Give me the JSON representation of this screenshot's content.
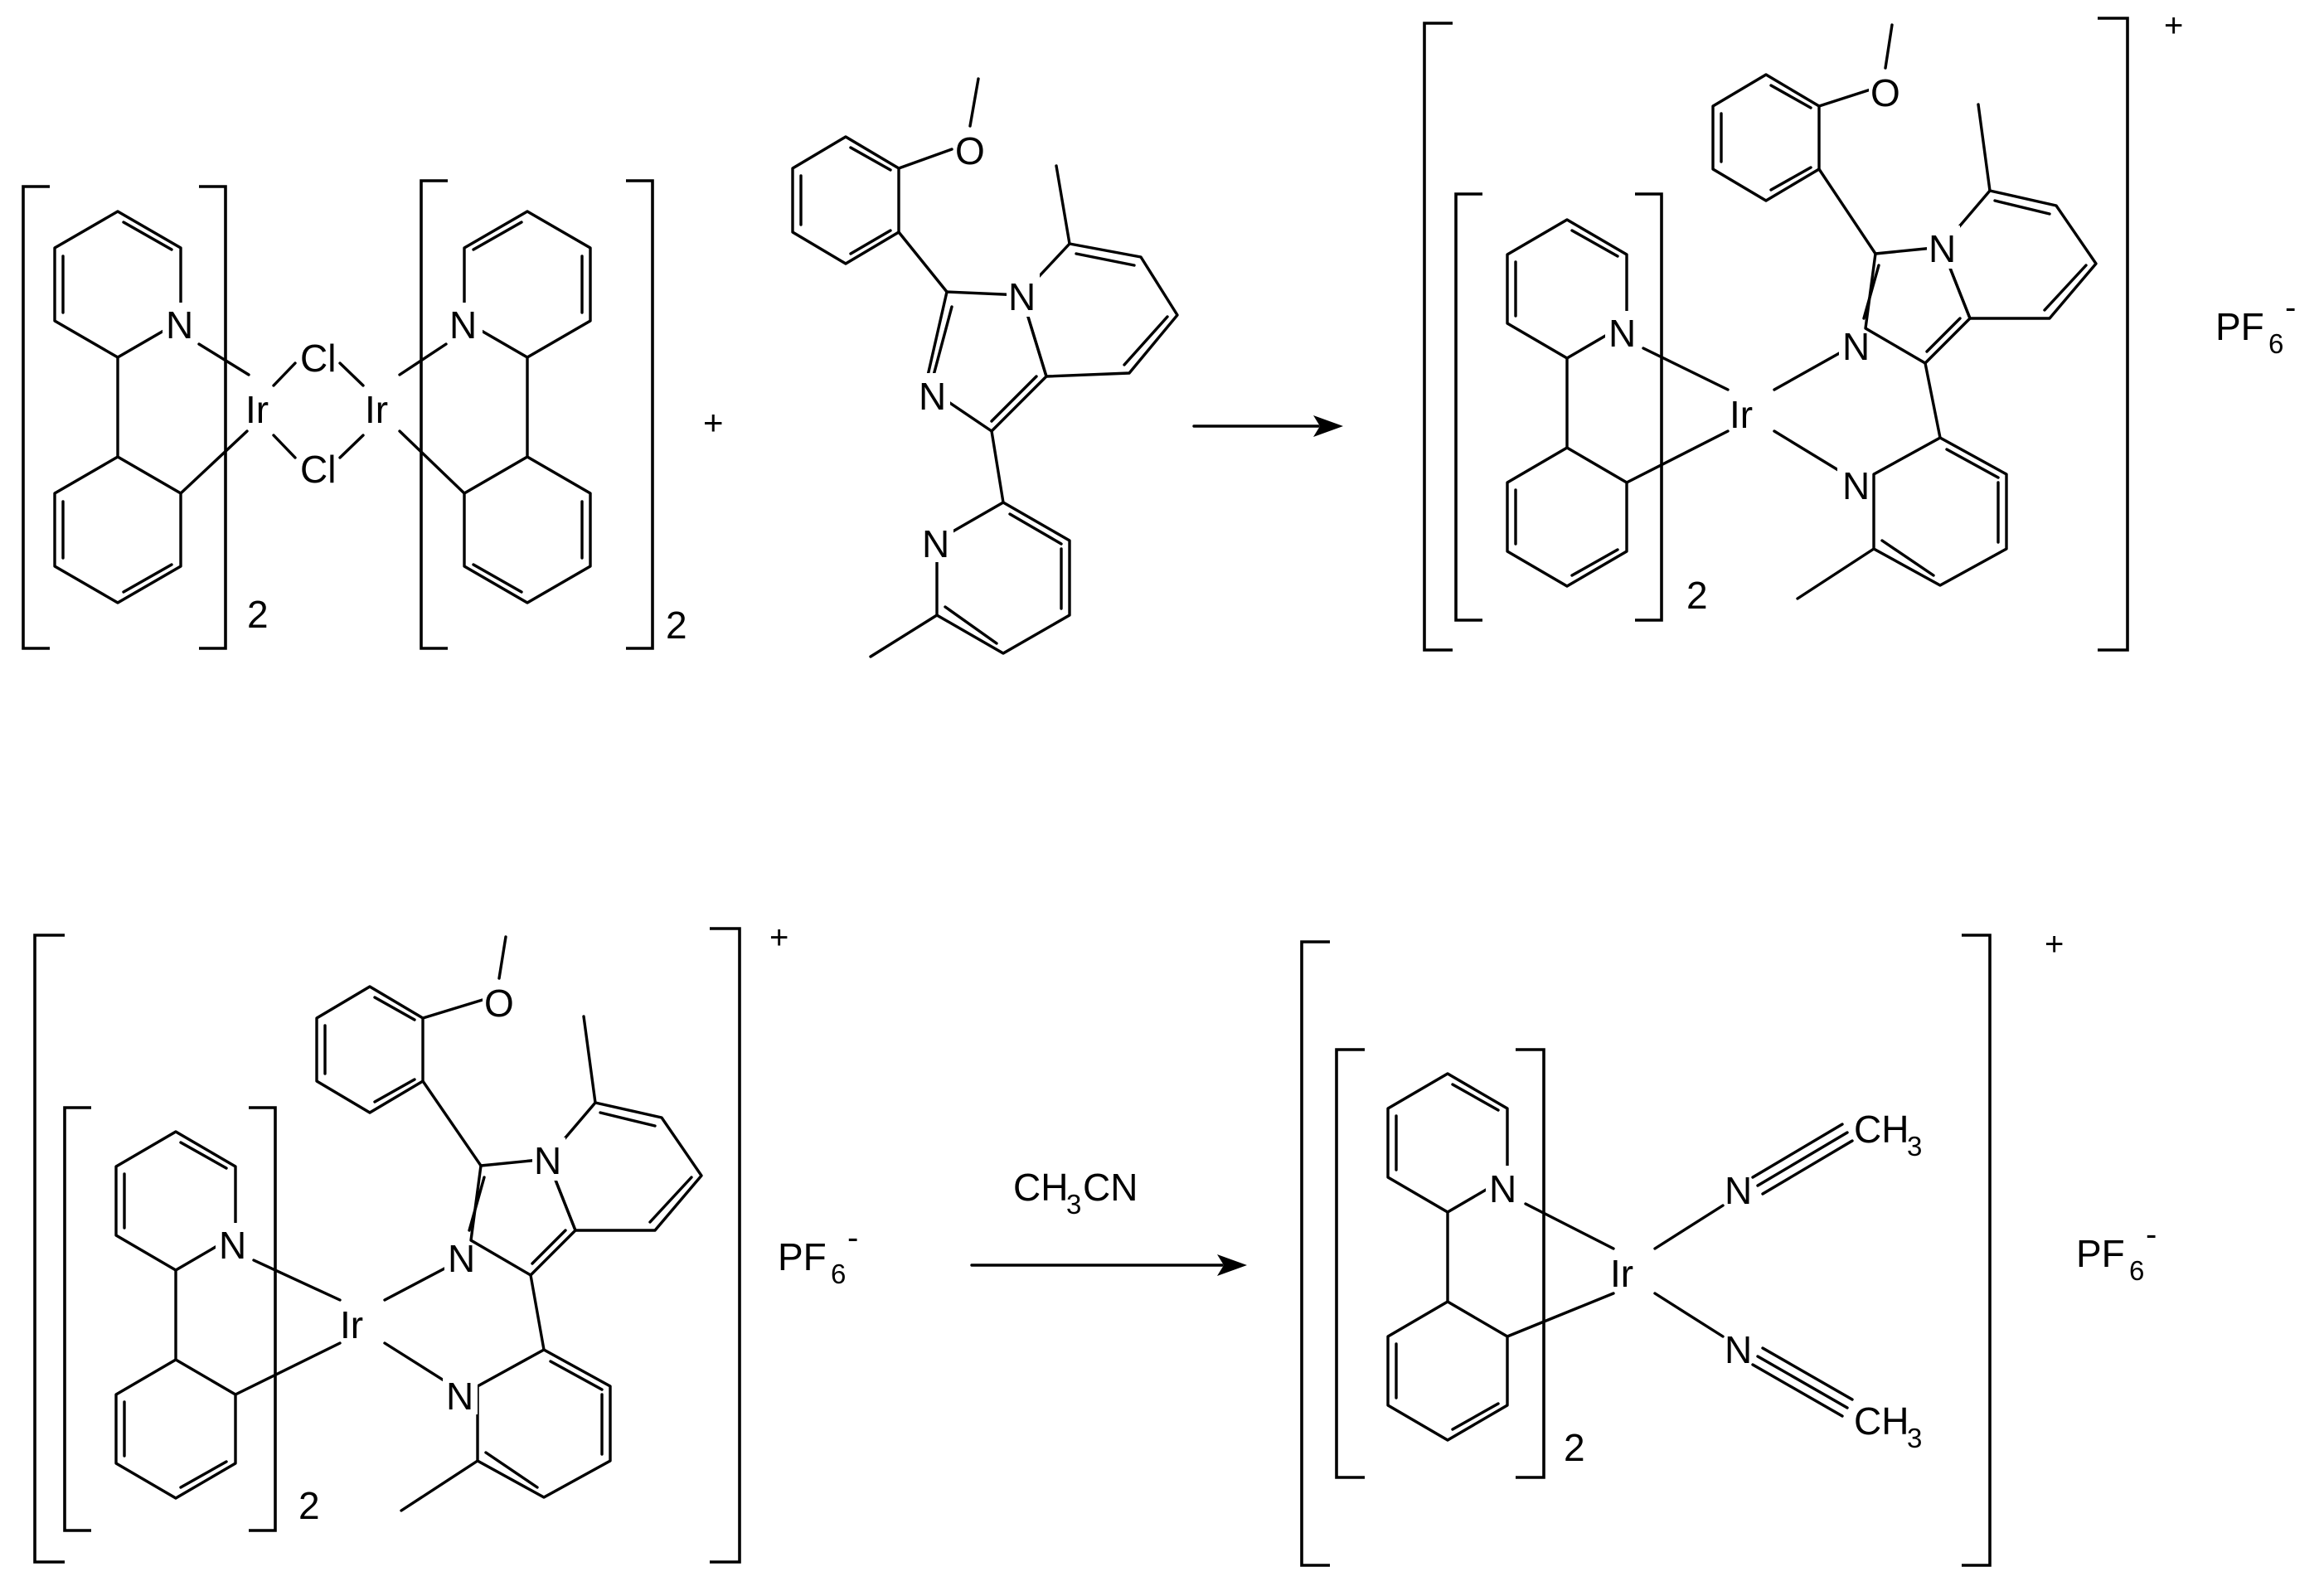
{
  "atoms": {
    "n": "N",
    "ir": "Ir",
    "cl": "Cl",
    "o": "O",
    "ch3": "CH",
    "ch3_sub": "3"
  },
  "counts": {
    "two": "2"
  },
  "charges": {
    "plus": "+",
    "minus": "-"
  },
  "counterion": {
    "main": "PF",
    "sub": "6",
    "charge": "-"
  },
  "reaction_plus": "+",
  "reagent": {
    "part1": "CH",
    "sub": "3",
    "part2": "CN"
  }
}
